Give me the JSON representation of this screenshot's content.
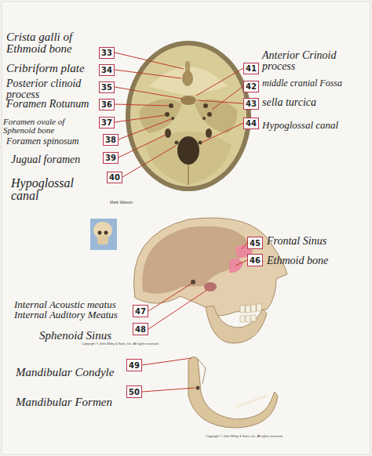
{
  "diagram": {
    "nodes": [
      {
        "text": [
          "33"
        ]
      },
      {
        "text": [
          "34"
        ]
      },
      {
        "text": [
          "35"
        ]
      },
      {
        "text": [
          "36"
        ]
      },
      {
        "text": [
          "37"
        ]
      },
      {
        "text": [
          "38"
        ]
      },
      {
        "text": [
          "39"
        ]
      },
      {
        "text": [
          "40"
        ]
      },
      {
        "text": [
          "41"
        ]
      },
      {
        "text": [
          "42"
        ]
      },
      {
        "text": [
          "43"
        ]
      },
      {
        "text": [
          "44"
        ]
      },
      {
        "text": [
          "45"
        ]
      },
      {
        "text": [
          "46"
        ]
      },
      {
        "text": [
          "47"
        ]
      },
      {
        "text": [
          "48"
        ]
      },
      {
        "text": [
          "49"
        ]
      },
      {
        "text": [
          "50"
        ]
      }
    ],
    "labels": [
      "Crista galli of Ethmoid bone",
      "Cribriform plate",
      "Posterior clinoid process",
      "Foramen Rotunum",
      "Foramen ovale of Sphenoid bone",
      "Foramen spinosum",
      "Jugual foramen",
      "Hypoglossal canal",
      "Anterior Crinoid process",
      "middle cranial Fossa",
      "sella turcica",
      "Hypoglossal canal",
      "Mark Watson",
      "Frontal Sinus",
      "Ethmoid bone",
      "Internal Acoustic meatus",
      "Internal Auditory Meatus",
      "Sphenoid Sinus",
      "Copyright © John Wiley & Sons, Inc. All rights reserved.",
      "Mandibular Condyle",
      "Mandibular Formen",
      "Copyright © John Wiley & Sons, Inc. All rights reserved."
    ]
  }
}
